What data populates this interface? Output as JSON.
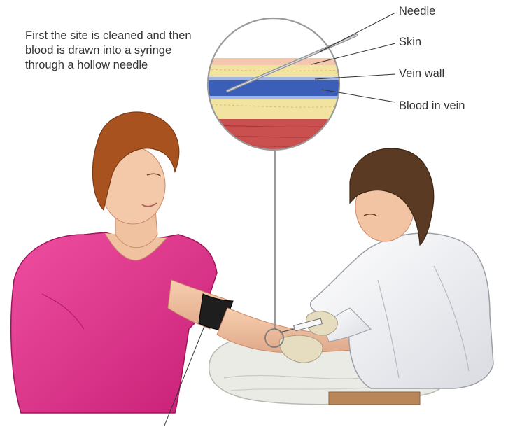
{
  "caption": "First the site is cleaned and then blood is drawn into a syringe through a hollow needle",
  "labels": {
    "needle": "Needle",
    "skin": "Skin",
    "vein_wall": "Vein wall",
    "blood_in_vein": "Blood in vein"
  },
  "colors": {
    "shirt": "#e0318a",
    "coat": "#f1f1f3",
    "skin_tone": "#f2c4a4",
    "patient_hair": "#a8521f",
    "nurse_hair": "#5a3a22",
    "tourniquet": "#1e1e1e",
    "vein": "#3b5fb8",
    "fat_layer": "#f2e3a0",
    "muscle": "#c9504e",
    "pillow": "#ebebe6",
    "glove": "#e6ddc0"
  }
}
